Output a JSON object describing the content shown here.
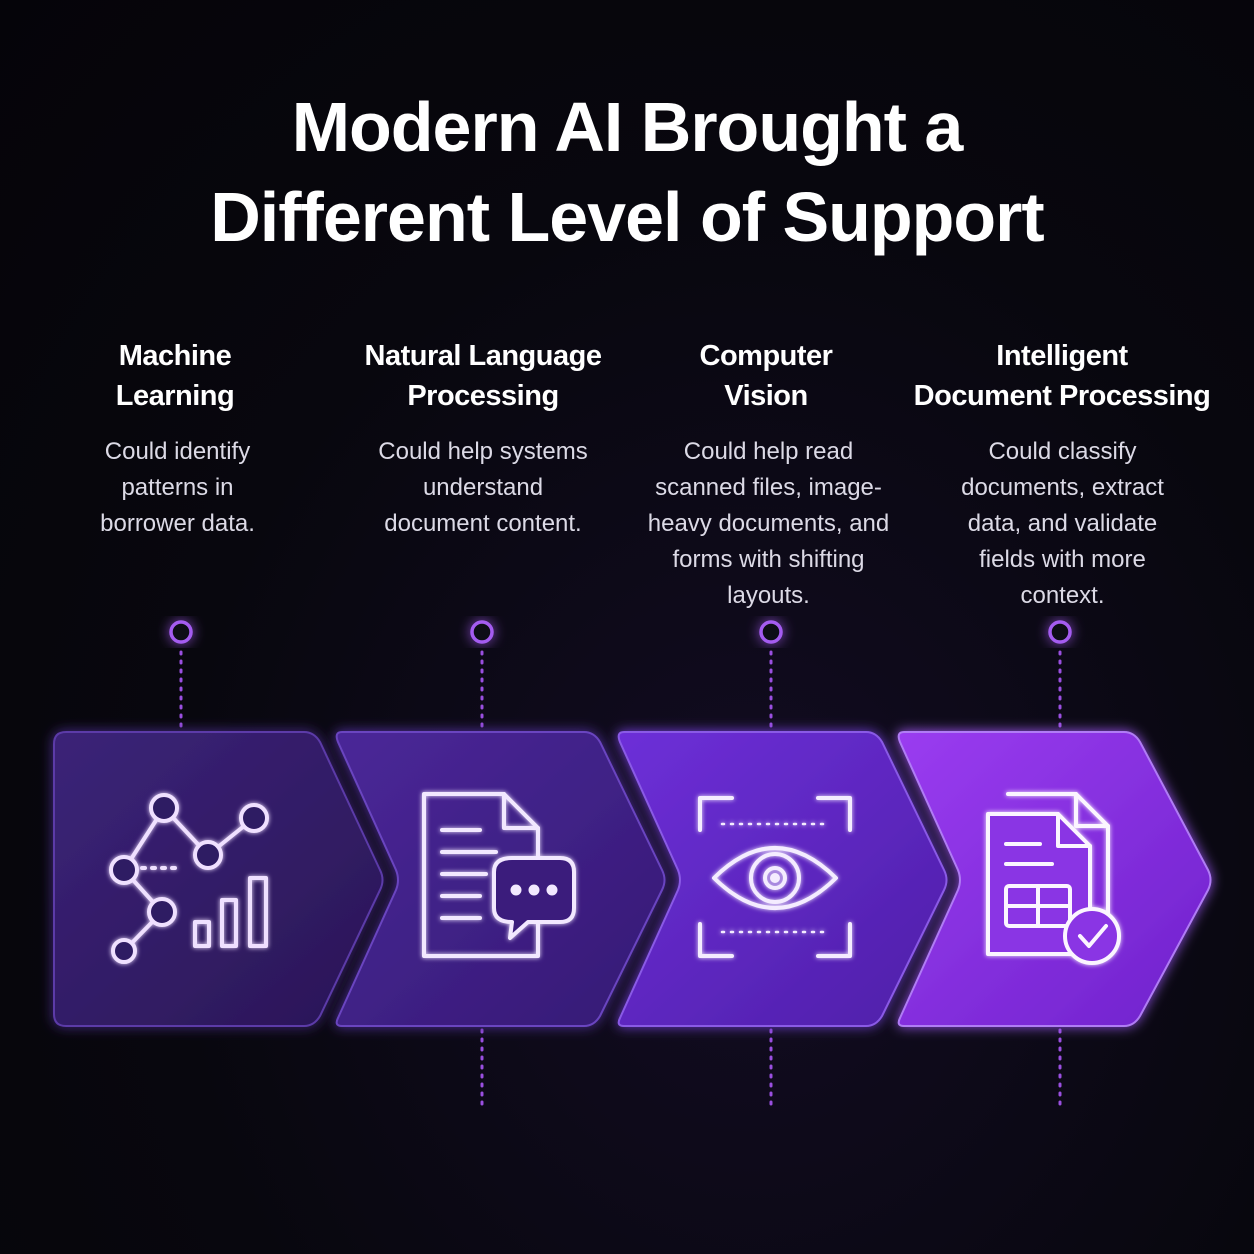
{
  "title": {
    "line1": "Modern AI Brought a",
    "line2": "Different Level of Support"
  },
  "steps": [
    {
      "heading_line1": "Machine",
      "heading_line2": "Learning",
      "description": "Could identify\npatterns in\nborrower data.",
      "icon": "network-chart-icon"
    },
    {
      "heading_line1": "Natural Language",
      "heading_line2": "Processing",
      "description": "Could help systems\nunderstand\ndocument content.",
      "icon": "document-chat-icon"
    },
    {
      "heading_line1": "Computer",
      "heading_line2": "Vision",
      "description": "Could help read\nscanned files, image-\nheavy documents, and\nforms with shifting\nlayouts.",
      "icon": "eye-scan-icon"
    },
    {
      "heading_line1": "Intelligent",
      "heading_line2": "Document Processing",
      "description": "Could classify\ndocuments, extract\ndata, and validate\nfields with more\ncontext.",
      "icon": "document-table-check-icon"
    }
  ],
  "colors": {
    "background": "#07060c",
    "accent": "#a855f7",
    "dot": "#9d4edd",
    "chevron_1": "#3a1f7a",
    "chevron_2": "#4a238f",
    "chevron_3": "#6222c4",
    "chevron_4": "#8a2fe0",
    "icon_stroke": "#efe6ff"
  }
}
